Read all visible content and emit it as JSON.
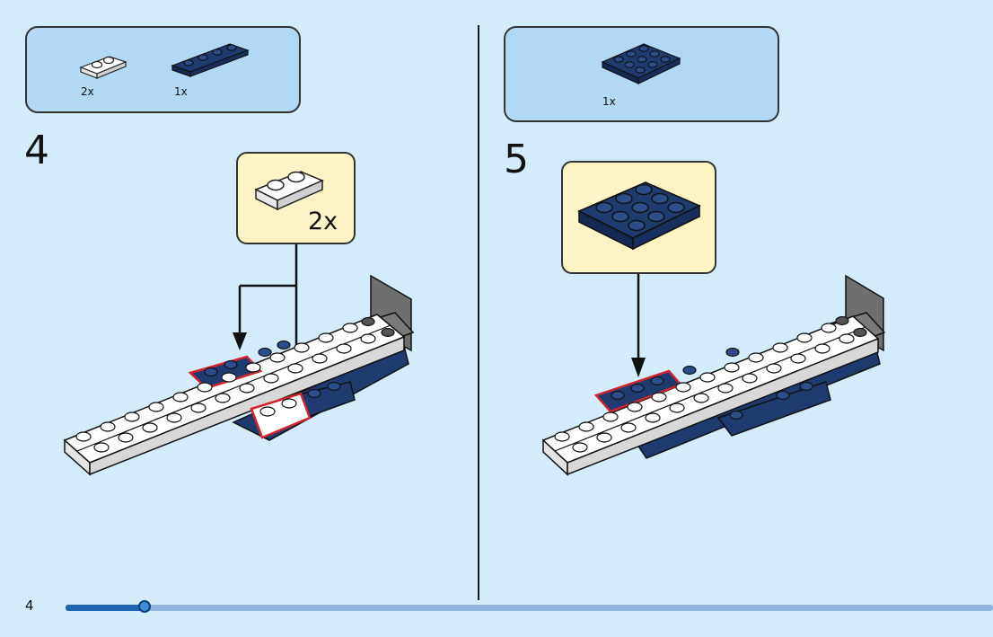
{
  "page": {
    "number": "4",
    "progress_fraction": 0.085
  },
  "step4": {
    "number": "4",
    "parts": [
      {
        "name": "white 1x2 plate",
        "qty": "2x",
        "color": "#ffffff"
      },
      {
        "name": "dark blue 1x4 plate",
        "qty": "1x",
        "color": "#1f3a6e"
      }
    ],
    "callout_qty": "2x"
  },
  "step5": {
    "number": "5",
    "parts": [
      {
        "name": "dark blue 3x3 plate",
        "qty": "1x",
        "color": "#1f3a6e"
      }
    ]
  },
  "colors": {
    "background": "#d4ebfa",
    "parts_box": "#b3d8f3",
    "callout": "#fdf4c6",
    "dark_blue": "#1f3a6e",
    "highlight": "#d0252c",
    "grey": "#6f6f6f"
  }
}
